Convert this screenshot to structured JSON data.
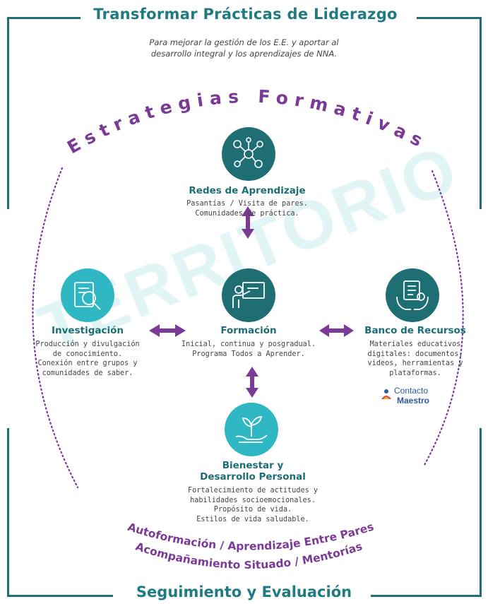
{
  "header": {
    "title": "Transformar Prácticas de Liderazgo",
    "subtitle_line1": "Para mejorar la gestión de los E.E. y aportar al",
    "subtitle_line2": "desarrollo integral y los aprendizajes de NNA."
  },
  "arc_title": "Estrategias Formativas",
  "watermark": "TERRITORIO",
  "nodes": {
    "redes": {
      "title": "Redes de Aprendizaje",
      "desc1": "Pasantías / Visita de pares.",
      "desc2": "Comunidades de práctica.",
      "icon": "network-icon",
      "color": "#1f6e74"
    },
    "investigacion": {
      "title": "Investigación",
      "desc1": "Producción y divulgación",
      "desc2": "de conocimiento.",
      "desc3": "Conexión entre grupos y",
      "desc4": "comunidades de saber.",
      "icon": "magnifier-document-icon",
      "color": "#2fb8c4"
    },
    "formacion": {
      "title": "Formación",
      "desc1": "Inicial, continua y posgradual.",
      "desc2": "Programa Todos a Aprender.",
      "icon": "teacher-board-icon",
      "color": "#1f6e74"
    },
    "banco": {
      "title": "Banco de Recursos",
      "desc1": "Materiales educativos",
      "desc2": "digitales: documentos,",
      "desc3": "videos, herramientas y",
      "desc4": "plataformas.",
      "icon": "checklist-hands-icon",
      "color": "#1f6e74"
    },
    "bienestar": {
      "title1": "Bienestar y",
      "title2": "Desarrollo Personal",
      "desc1": "Fortalecimiento de actitudes y",
      "desc2": "habilidades socioemocionales.",
      "desc3": "Propósito de vida.",
      "desc4": "Estilos de vida saludable.",
      "icon": "plant-hand-icon",
      "color": "#2fb8c4"
    }
  },
  "logo": {
    "line1": "Contacto",
    "line2": "Maestro"
  },
  "bottom_arc": {
    "line1": "Autoformación / Aprendizaje Entre Pares",
    "line2": "Acompañamiento Situado / Mentorías"
  },
  "footer": {
    "title": "Seguimiento y Evaluación"
  },
  "colors": {
    "teal_dark": "#1f6e74",
    "teal_light": "#2fb8c4",
    "purple": "#7b3a96"
  }
}
